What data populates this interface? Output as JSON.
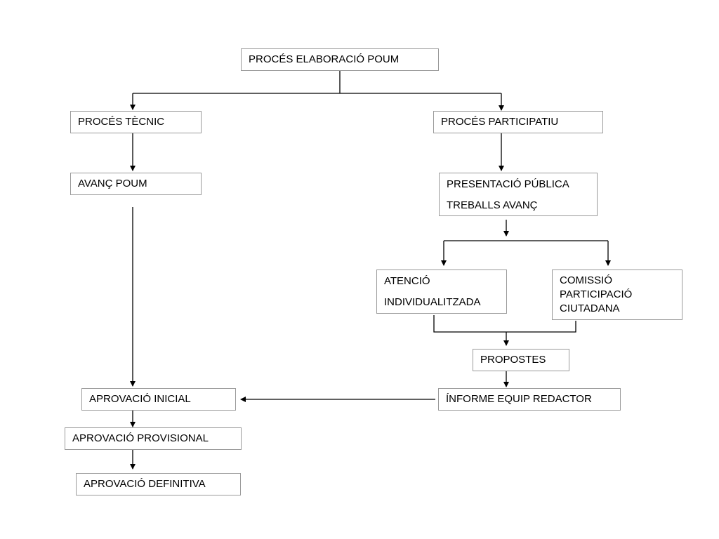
{
  "nodes": {
    "root": {
      "lines": [
        "PROCÉS ELABORACIÓ POUM"
      ]
    },
    "tecnic": {
      "lines": [
        "PROCÉS TÈCNIC"
      ]
    },
    "participatiu": {
      "lines": [
        "PROCÉS PARTICIPATIU"
      ]
    },
    "avanc": {
      "lines": [
        "AVANÇ POUM"
      ]
    },
    "presentacio": {
      "lines": [
        "PRESENTACIÓ PÚBLICA",
        "TREBALLS AVANÇ"
      ]
    },
    "atencio": {
      "lines": [
        "ATENCIÓ",
        "INDIVIDUALITZADA"
      ]
    },
    "comissio": {
      "lines": [
        "COMISSIÓ",
        "PARTICIPACIÓ",
        "CIUTADANA"
      ]
    },
    "propostes": {
      "lines": [
        "PROPOSTES"
      ]
    },
    "informe": {
      "lines": [
        "ÍNFORME EQUIP REDACTOR"
      ]
    },
    "inicial": {
      "lines": [
        "APROVACIÓ INICIAL"
      ]
    },
    "provisional": {
      "lines": [
        "APROVACIÓ PROVISIONAL"
      ]
    },
    "definitiva": {
      "lines": [
        "APROVACIÓ DEFINITIVA"
      ]
    }
  },
  "colors": {
    "stroke": "#000000",
    "box_border": "#9a9a9a"
  }
}
